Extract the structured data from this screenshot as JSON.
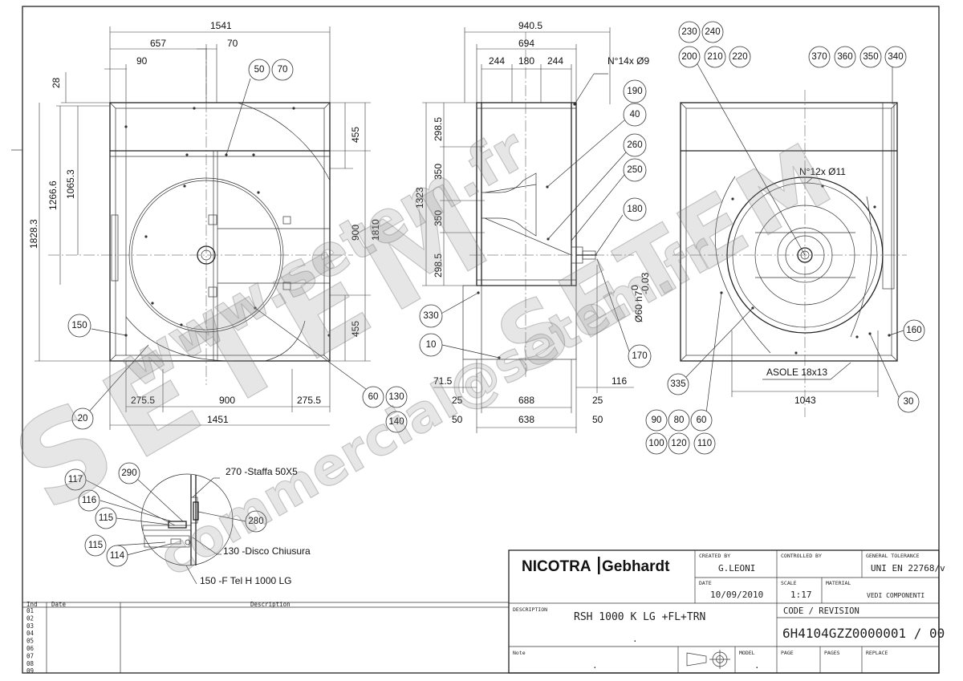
{
  "title_block": {
    "logo_left": "NICOTRA",
    "logo_right": "Gebhardt",
    "created_by_label": "CREATED BY",
    "created_by_value": "G.LEONI",
    "controlled_by_label": "CONTROLLED BY",
    "controlled_by_value": "",
    "general_tolerance_label": "GENERAL TOLERANCE",
    "general_tolerance_value": "UNI EN 22768/v",
    "date_label": "DATE",
    "date_value": "10/09/2010",
    "scale_label": "SCALE",
    "scale_value": "1:17",
    "material_label": "MATERIAL",
    "material_value": "VEDI COMPONENTI",
    "description_label": "DESCRIPTION",
    "description_value": "RSH 1000 K LG +FL+TRN",
    "description_value_2": ".",
    "code_revision_label": "CODE / REVISION",
    "code_revision_value": "6H4104GZZ0000001 / 00",
    "note_label": "Note",
    "note_value": ".",
    "model_label": "MODEL",
    "model_value": ".",
    "page_label": "PAGE",
    "pages_label": "PAGES",
    "replace_label": "REPLACE"
  },
  "revision_table": {
    "header_ind": "Ind",
    "header_date": "Date",
    "header_description": "Description",
    "rows": [
      "01",
      "02",
      "03",
      "04",
      "05",
      "06",
      "07",
      "08",
      "09"
    ]
  },
  "front_view": {
    "dimensions": [
      "1541",
      "657",
      "70",
      "90",
      "28",
      "1266.6",
      "1065.3",
      "1828.3",
      "455",
      "900",
      "1810",
      "455",
      "275.5",
      "900",
      "275.5",
      "1451"
    ],
    "balloons": [
      "50",
      "70",
      "150",
      "20",
      "60",
      "130",
      "140"
    ]
  },
  "side_view": {
    "dimensions": [
      "940.5",
      "694",
      "244",
      "180",
      "244",
      "298.5",
      "350",
      "1323",
      "350",
      "298.5",
      "71.5",
      "25",
      "688",
      "25",
      "116",
      "50",
      "638",
      "50"
    ],
    "labels": [
      "N°14x Ø9",
      "Ø60 h7",
      "0",
      "-0.03"
    ],
    "balloons": [
      "190",
      "40",
      "260",
      "250",
      "180",
      "330",
      "10",
      "170"
    ]
  },
  "rear_view": {
    "dimensions": [
      "1043"
    ],
    "labels": [
      "N°12x Ø11",
      "ASOLE 18x13"
    ],
    "balloons": [
      "230",
      "240",
      "200",
      "210",
      "220",
      "370",
      "360",
      "350",
      "340",
      "160",
      "335",
      "30",
      "90",
      "80",
      "60",
      "100",
      "120",
      "110"
    ]
  },
  "detail_view": {
    "labels": [
      "270 -Staffa 50X5",
      "130 -Disco Chiusura",
      "150 -F Tel H 1000 LG"
    ],
    "balloons": [
      "117",
      "116",
      "115",
      "290",
      "280",
      "115",
      "114"
    ]
  },
  "watermark": {
    "main": "SETEM",
    "url": "www.setem.fr",
    "mail": "commercial@setem.fr"
  }
}
